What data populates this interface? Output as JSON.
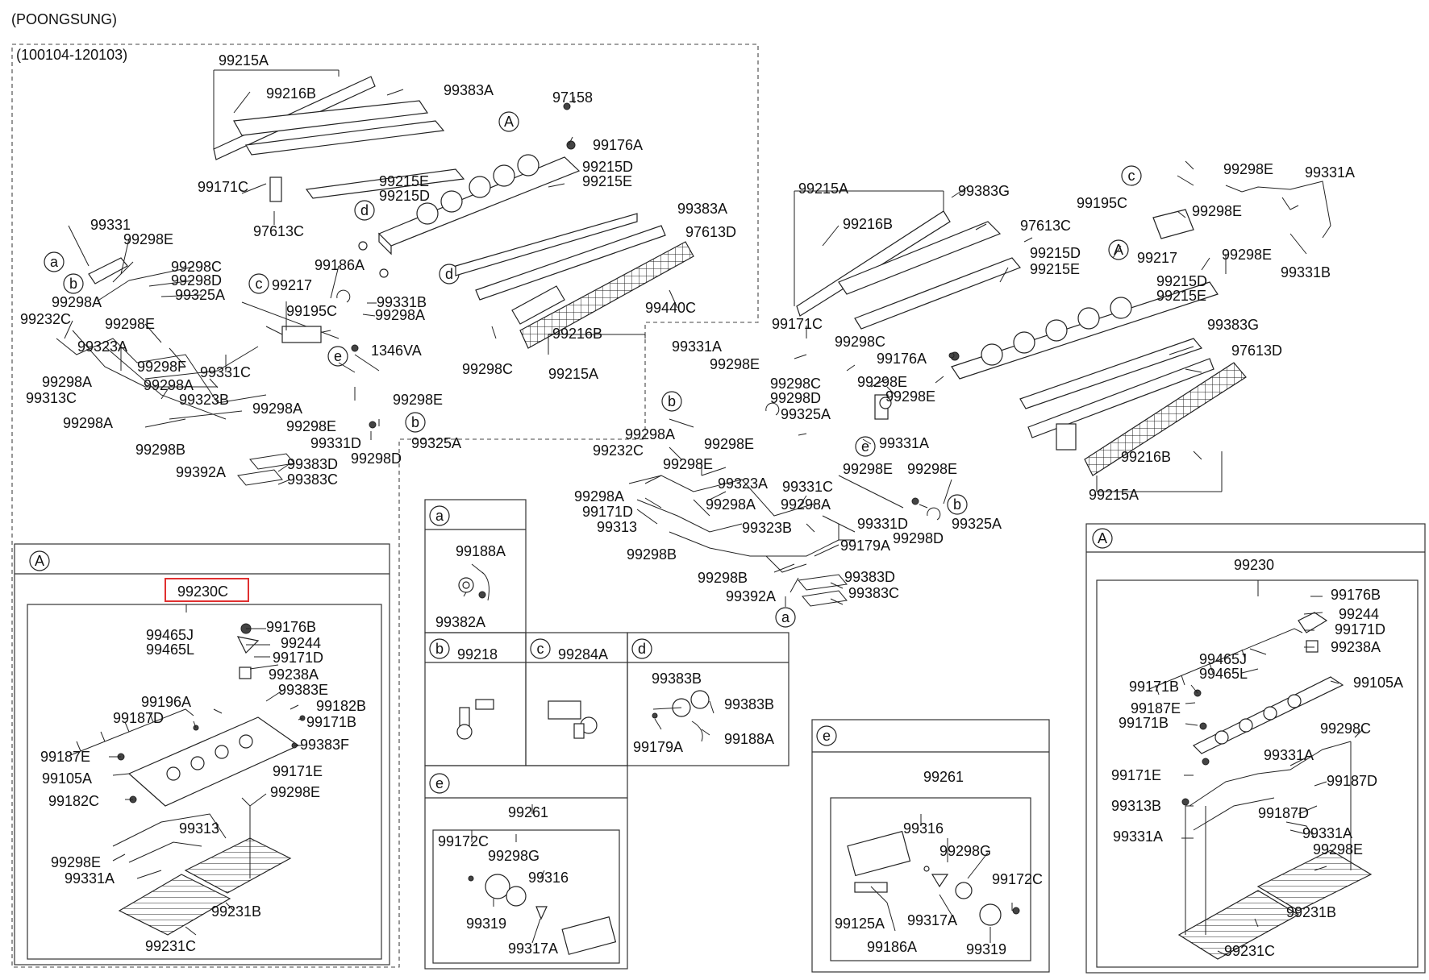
{
  "header": {
    "maker": "(POONGSUNG)",
    "period": "(100104-120103)"
  },
  "markers": {
    "A": "A",
    "a": "a",
    "b": "b",
    "c": "c",
    "d": "d",
    "e": "e"
  },
  "highlight_color": "#e03030",
  "labels": {
    "l1": "99215A",
    "l2": "99216B",
    "l3": "99383A",
    "l4": "97158",
    "l5": "99176A",
    "l6": "99215E",
    "l7": "99215D",
    "l8": "99215D",
    "l9": "99215E",
    "l10": "99171C",
    "l11": "97613C",
    "l12": "99383A",
    "l13": "97613D",
    "l14": "99331",
    "l15": "99298E",
    "l16": "99298C",
    "l17": "99298D",
    "l18": "99325A",
    "l19": "99186A",
    "l20": "99217",
    "l21": "99195C",
    "l22": "99331B",
    "l23": "99298A",
    "l24": "99440C",
    "l25": "99298A",
    "l26": "99232C",
    "l27": "99298E",
    "l28": "99323A",
    "l29": "1346VA",
    "l30": "99298F",
    "l31": "99331C",
    "l32": "99298A",
    "l33": "99298A",
    "l34": "99313C",
    "l35": "99323B",
    "l36": "99298A",
    "l37": "99298C",
    "l38": "99216B",
    "l39": "99215A",
    "l40": "99298E",
    "l41": "99298A",
    "l42": "99298B",
    "l43": "99298E",
    "l44": "99331D",
    "l45": "99325A",
    "l46": "99298D",
    "l47": "99392A",
    "l48": "99383D",
    "l49": "99383C",
    "r1": "99215A",
    "r2": "99383G",
    "r3": "99216B",
    "r4": "97613C",
    "r5": "99215D",
    "r6": "99215E",
    "r7": "99215D",
    "r8": "99215E",
    "r9": "99298E",
    "r10": "99331A",
    "r11": "99195C",
    "r12": "99298E",
    "r13": "99217",
    "r14": "99298E",
    "r15": "99331B",
    "r16": "99383G",
    "r17": "97613D",
    "r18": "99171C",
    "r19": "99176A",
    "r20": "99298C",
    "r21": "99331A",
    "r22": "99298E",
    "r23": "99298C",
    "r24": "99298E",
    "r25": "99298D",
    "r26": "99298E",
    "r27": "99325A",
    "r28": "99331A",
    "r29": "99298A",
    "r30": "99298E",
    "r31": "99232C",
    "r32": "99298E",
    "r33": "99216B",
    "r34": "99298E",
    "r35": "99323A",
    "r36": "99331C",
    "r37": "99298E",
    "r38": "99215A",
    "r39": "99298A",
    "r40": "99171D",
    "r41": "99298A",
    "r42": "99298A",
    "r43": "99313",
    "r44": "99323B",
    "r45": "99331D",
    "r46": "99325A",
    "r47": "99179A",
    "r48": "99298D",
    "r49": "99298B",
    "r50": "99298B",
    "r51": "99383D",
    "r52": "99392A",
    "r53": "99383C",
    "ba1": "99230C",
    "ba2": "99465J",
    "ba3": "99465L",
    "ba4": "99176B",
    "ba5": "99244",
    "ba6": "99171D",
    "ba7": "99238A",
    "ba8": "99383E",
    "ba9": "99196A",
    "ba10": "99182B",
    "ba11": "99187D",
    "ba12": "99171B",
    "ba13": "99383F",
    "ba14": "99187E",
    "ba15": "99171E",
    "ba16": "99105A",
    "ba17": "99298E",
    "ba18": "99182C",
    "ba19": "99313",
    "ba20": "99298E",
    "ba21": "99331A",
    "ba22": "99231B",
    "ba23": "99231C",
    "sa1": "99188A",
    "sa2": "99382A",
    "sb1": "99218",
    "sc1": "99284A",
    "sd1": "99383B",
    "sd2": "99383B",
    "sd3": "99179A",
    "sd4": "99188A",
    "se1": "99261",
    "se2": "99172C",
    "se3": "99298G",
    "se4": "99316",
    "se5": "99319",
    "se6": "99317A",
    "te1": "99261",
    "te2": "99316",
    "te3": "99298G",
    "te4": "99172C",
    "te5": "99125A",
    "te6": "99317A",
    "te7": "99186A",
    "te8": "99319",
    "bb1": "99230",
    "bb2": "99176B",
    "bb3": "99244",
    "bb4": "99171D",
    "bb5": "99238A",
    "bb6": "99465J",
    "bb7": "99465L",
    "bb8": "99105A",
    "bb9": "99171B",
    "bb10": "99187E",
    "bb11": "99171B",
    "bb12": "99298C",
    "bb13": "99331A",
    "bb14": "99171E",
    "bb15": "99187D",
    "bb16": "99313B",
    "bb17": "99187D",
    "bb18": "99331A",
    "bb19": "99331A",
    "bb20": "99298E",
    "bb21": "99231B",
    "bb22": "99231C"
  }
}
